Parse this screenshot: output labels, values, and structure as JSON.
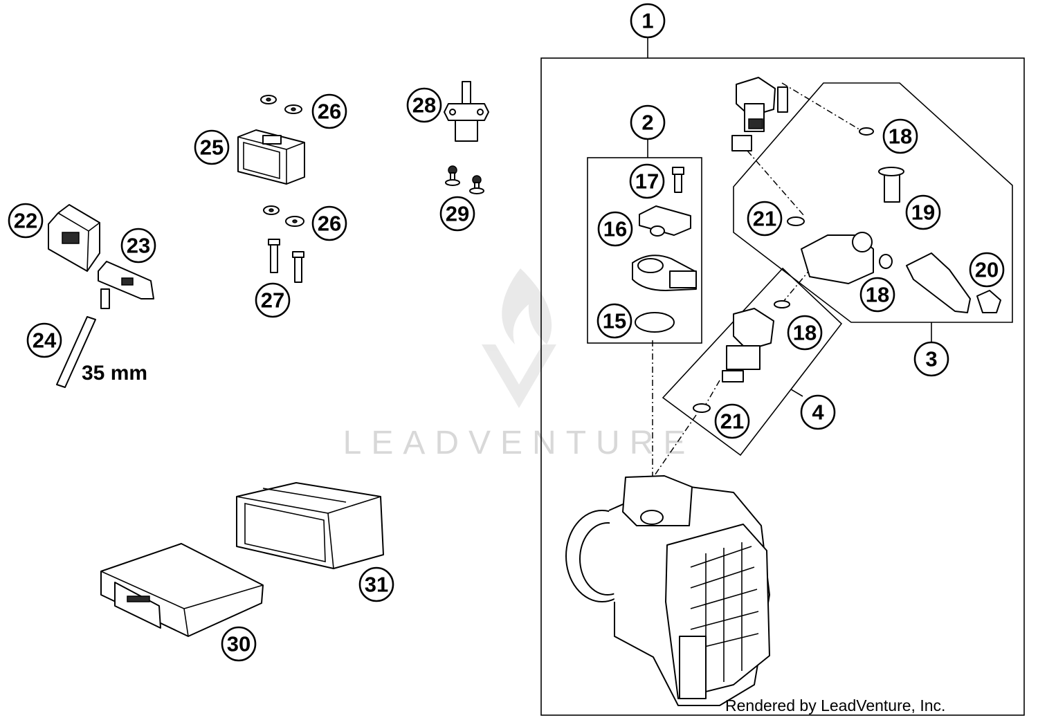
{
  "diagram": {
    "callouts": [
      {
        "id": "1"
      },
      {
        "id": "2"
      },
      {
        "id": "3"
      },
      {
        "id": "4"
      },
      {
        "id": "15"
      },
      {
        "id": "16"
      },
      {
        "id": "17"
      },
      {
        "id": "18"
      },
      {
        "id": "18"
      },
      {
        "id": "18"
      },
      {
        "id": "19"
      },
      {
        "id": "20"
      },
      {
        "id": "21"
      },
      {
        "id": "21"
      },
      {
        "id": "22"
      },
      {
        "id": "23"
      },
      {
        "id": "24"
      },
      {
        "id": "25"
      },
      {
        "id": "26"
      },
      {
        "id": "26"
      },
      {
        "id": "27"
      },
      {
        "id": "28"
      },
      {
        "id": "29"
      },
      {
        "id": "30"
      },
      {
        "id": "31"
      }
    ],
    "dimension_label": "35 mm",
    "credit": "Rendered by LeadVenture, Inc.",
    "watermark": "LEADVENTURE"
  }
}
